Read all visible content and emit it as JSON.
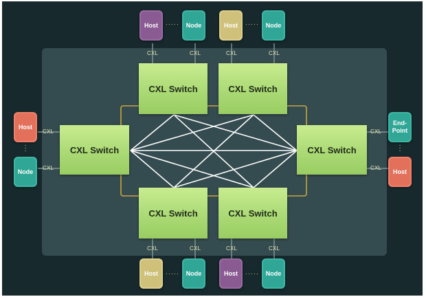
{
  "switches": {
    "top_left": "CXL Switch",
    "top_right": "CXL Switch",
    "left": "CXL Switch",
    "right": "CXL Switch",
    "bottom_left": "CXL Switch",
    "bottom_right": "CXL Switch"
  },
  "cxl_label": "CXL",
  "top_devices": [
    {
      "label": "Host",
      "kind": "host",
      "color": "#8a5a92"
    },
    {
      "label": "Node",
      "kind": "node",
      "color": "#2fa696"
    },
    {
      "label": "Host",
      "kind": "host",
      "color": "#cfc17a"
    },
    {
      "label": "Node",
      "kind": "node",
      "color": "#2fa696"
    }
  ],
  "bottom_devices": [
    {
      "label": "Host",
      "kind": "host",
      "color": "#cfc17a"
    },
    {
      "label": "Node",
      "kind": "node",
      "color": "#2fa696"
    },
    {
      "label": "Host",
      "kind": "host",
      "color": "#8a5a92"
    },
    {
      "label": "Node",
      "kind": "node",
      "color": "#2fa696"
    }
  ],
  "left_devices": [
    {
      "label": "Host",
      "kind": "host",
      "color": "#e3705b"
    },
    {
      "label": "Node",
      "kind": "node",
      "color": "#2fa696"
    }
  ],
  "right_devices": [
    {
      "label": "End-Point",
      "kind": "endpoint",
      "color": "#2fa696"
    },
    {
      "label": "Host",
      "kind": "host",
      "color": "#e3705b"
    }
  ],
  "colors": {
    "background": "#17292d",
    "fabric": "#344b4f",
    "switch": "#a9d873",
    "mesh_outline": "#c9a640",
    "mesh_lines": "#ffffff"
  }
}
